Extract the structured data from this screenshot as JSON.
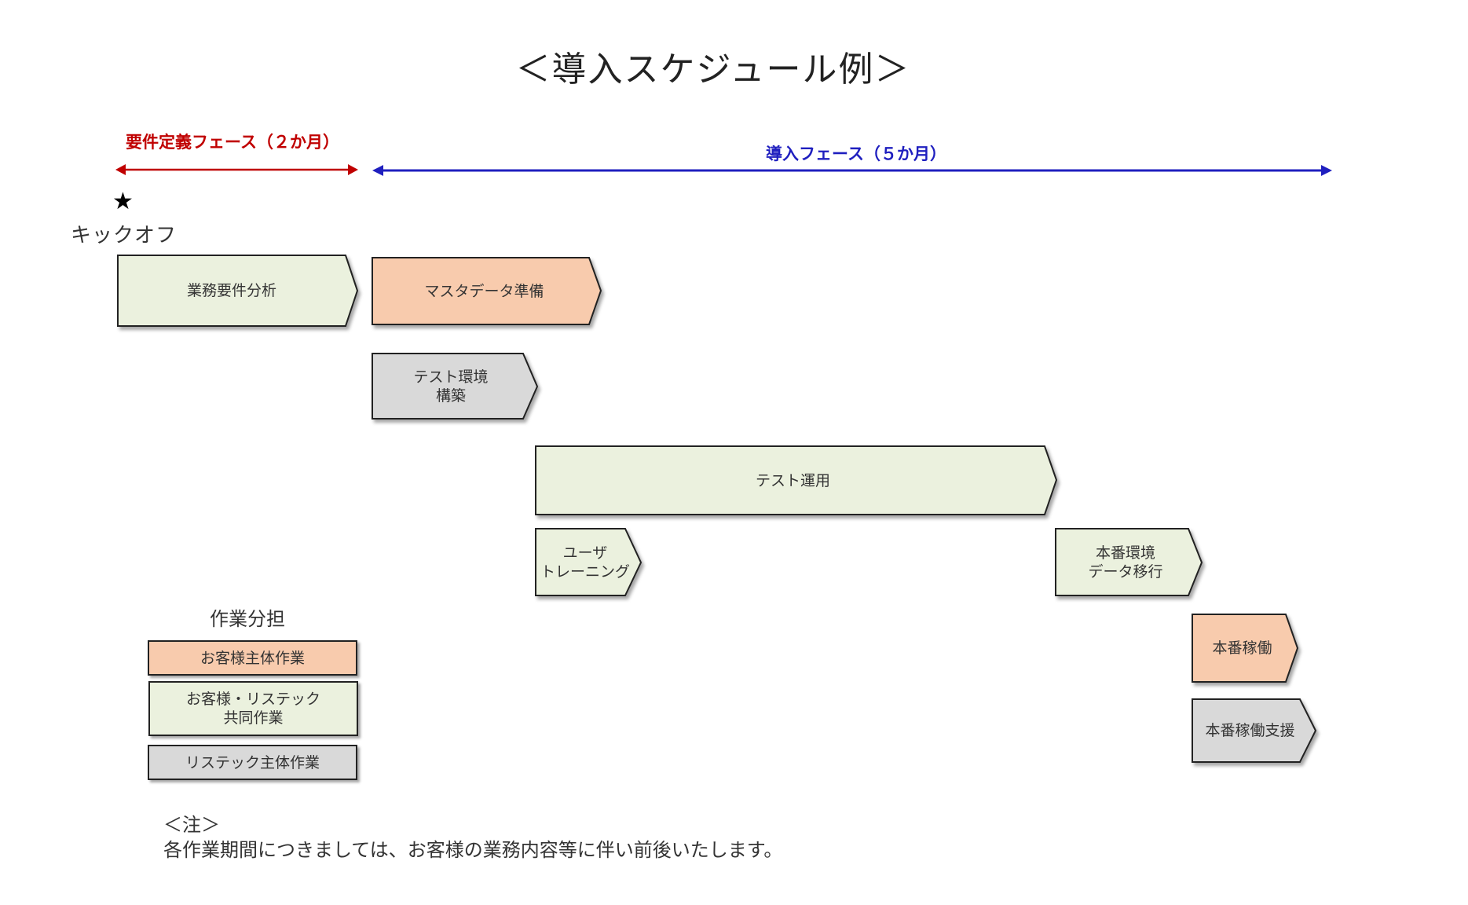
{
  "title": "＜導入スケジュール例＞",
  "colors": {
    "customer": "#f8cbad",
    "joint": "#ebf1de",
    "ristec": "#d9d9d9",
    "requirement_phase": "#c00000",
    "implementation_phase": "#1f1fbf"
  },
  "phases": {
    "requirement": "要件定義フェース（２か月）",
    "implementation": "導入フェース（５か月）"
  },
  "kickoff": {
    "star": "★",
    "label": "キックオフ"
  },
  "tasks": {
    "business_analysis": {
      "lines": [
        "業務要件分析",
        ""
      ],
      "owner": "joint"
    },
    "master_data": {
      "lines": [
        "マスタデータ準備",
        ""
      ],
      "owner": "customer"
    },
    "test_env": {
      "lines": [
        "テスト環境",
        "構築"
      ],
      "owner": "ristec"
    },
    "test_operation": {
      "lines": [
        "テスト運用",
        ""
      ],
      "owner": "joint"
    },
    "user_training": {
      "lines": [
        "ユーザ",
        "トレーニング"
      ],
      "owner": "joint"
    },
    "prod_env_migration": {
      "lines": [
        "本番環境",
        "データ移行"
      ],
      "owner": "joint"
    },
    "go_live": {
      "lines": [
        "本番稼働",
        ""
      ],
      "owner": "customer"
    },
    "go_live_support": {
      "lines": [
        "本番稼働支援",
        ""
      ],
      "owner": "ristec"
    }
  },
  "legend": {
    "title": "作業分担",
    "customer": [
      "お客様主体作業",
      ""
    ],
    "joint": [
      "お客様・リステック",
      "共同作業"
    ],
    "ristec": [
      "リステック主体作業",
      ""
    ]
  },
  "note": {
    "heading": "＜注＞",
    "text": "各作業期間につきましては、お客様の業務内容等に伴い前後いたします。"
  }
}
